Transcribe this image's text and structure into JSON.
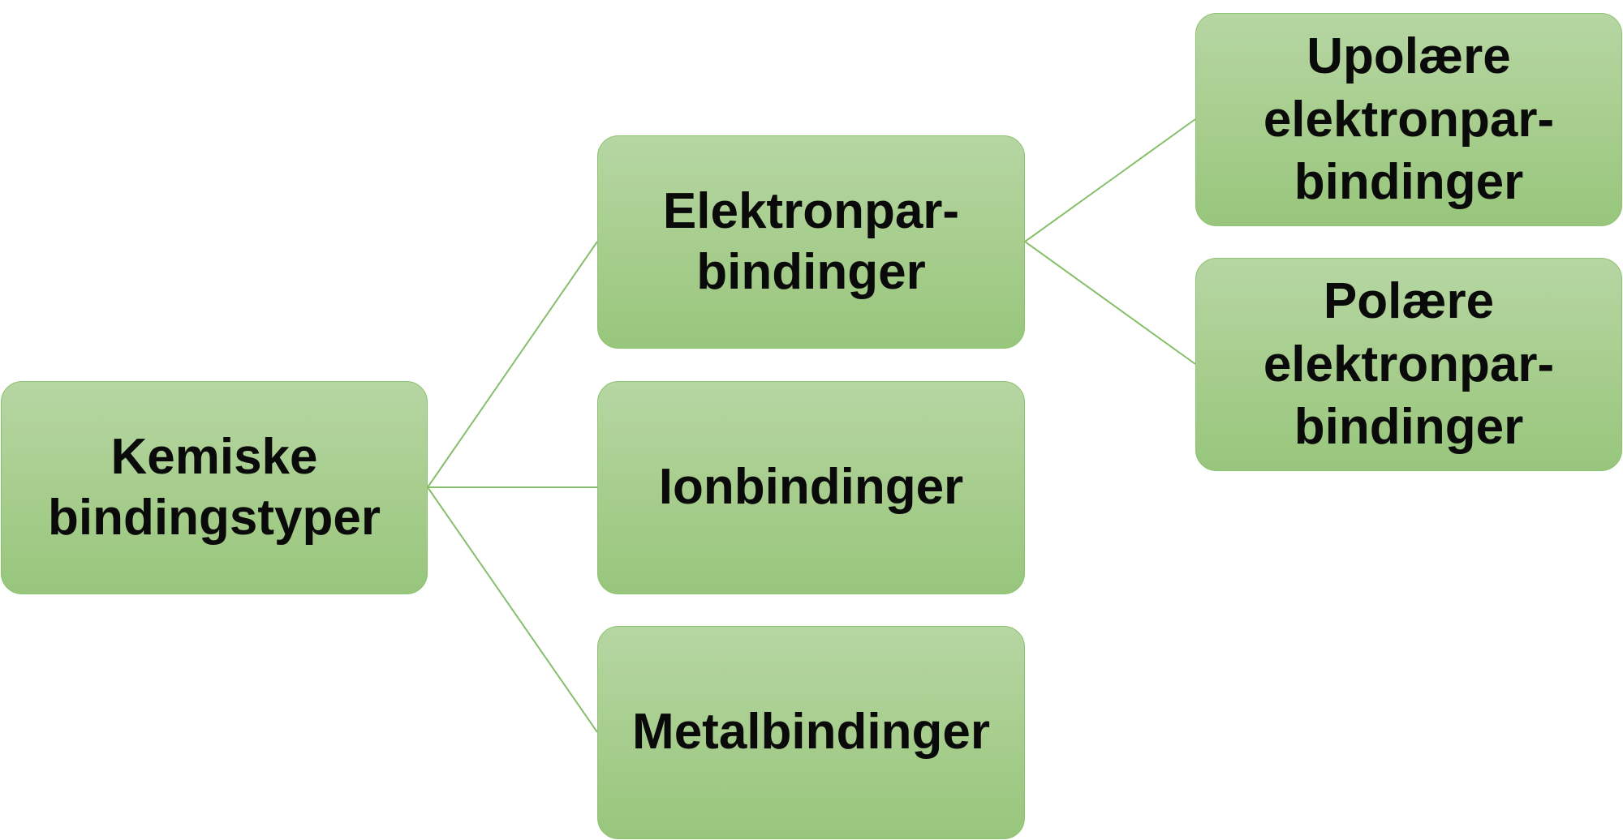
{
  "diagram": {
    "root": {
      "label": "Kemiske\nbindingstyper"
    },
    "children": [
      {
        "label": "Elektronpar-\nbindinger"
      },
      {
        "label": "Ionbindinger"
      },
      {
        "label": "Metalbindinger"
      }
    ],
    "grandchildren": [
      {
        "parent": "Elektronpar-\nbindinger",
        "label": "Upolære\nelektronpar-\nbindinger"
      },
      {
        "parent": "Elektronpar-\nbindinger",
        "label": "Polære\nelektronpar-\nbindinger"
      }
    ],
    "colors": {
      "node_fill_top": "#b6d6a3",
      "node_fill_bottom": "#98c67c",
      "node_border": "#8cc36f",
      "connector": "#86bf6b",
      "text": "#0a0a0a",
      "background": "#ffffff"
    }
  }
}
